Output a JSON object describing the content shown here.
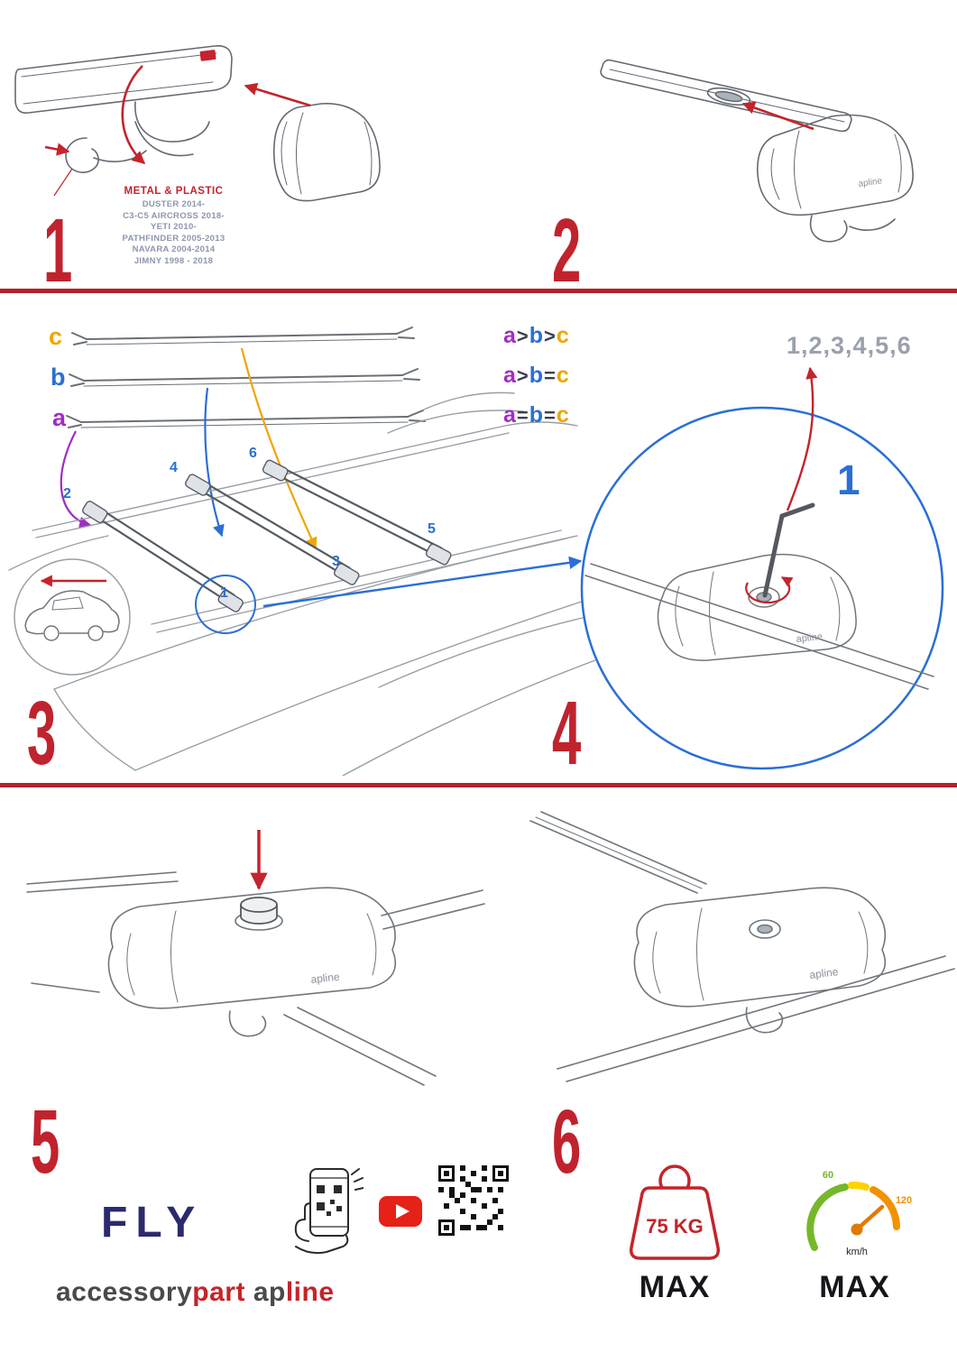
{
  "colors": {
    "accent_red": "#c4242b",
    "blue": "#2a6fd4",
    "purple": "#a12dc4",
    "orange": "#f0a500",
    "navy": "#2b2a6e",
    "green": "#76b82a",
    "speed_orange": "#f39200",
    "gray_sequence": "#9aa1ad",
    "youtube_red": "#e62117"
  },
  "brand": {
    "logo": "apline",
    "product": "FLY",
    "name_gray": "accessory",
    "name_red": "part",
    "logo_gray": "ap",
    "logo_red": "line"
  },
  "panel1": {
    "number": "1",
    "material_label": "METAL & PLASTIC",
    "models": [
      "DUSTER 2014-",
      "C3-C5 AIRCROSS 2018-",
      "YETI 2010-",
      "PATHFINDER 2005-2013",
      "NAVARA 2004-2014",
      "JIMNY 1998 - 2018"
    ]
  },
  "panel2": {
    "number": "2"
  },
  "panel3": {
    "number": "3",
    "bar_labels": [
      "c",
      "b",
      "a"
    ],
    "comparisons": [
      {
        "l1": "a",
        "o1": ">",
        "l2": "b",
        "o2": ">",
        "l3": "c"
      },
      {
        "l1": "a",
        "o1": ">",
        "l2": "b",
        "o2": "=",
        "l3": "c"
      },
      {
        "l1": "a",
        "o1": "=",
        "l2": "b",
        "o2": "=",
        "l3": "c"
      }
    ],
    "positions": [
      "1",
      "2",
      "3",
      "4",
      "5",
      "6"
    ]
  },
  "panel4": {
    "number": "4",
    "sequence": "1,2,3,4,5,6",
    "step_number": "1"
  },
  "panel5": {
    "number": "5"
  },
  "panel6": {
    "number": "6"
  },
  "footer": {
    "icons": [
      "phone-qr-scan-icon",
      "youtube-icon",
      "qr-code",
      "weight-limit-icon",
      "speedometer-icon"
    ],
    "weight_value": "75 KG",
    "weight_max": "MAX",
    "speed_min_label": "60",
    "speed_max_label": "120",
    "speed_unit": "km/h",
    "speed_max": "MAX"
  }
}
